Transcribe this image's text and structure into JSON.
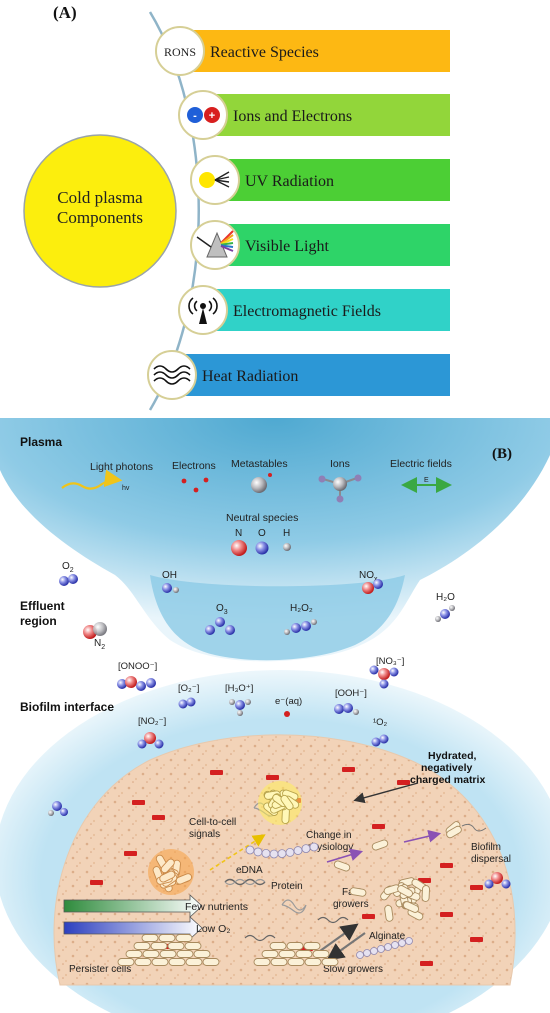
{
  "panel_a": {
    "label": "(A)",
    "hub_title": [
      "Cold plasma",
      "Components"
    ],
    "components": [
      {
        "badge": "RONS",
        "label": "Reactive Species",
        "color": "#fdb813",
        "icon": "rons-text"
      },
      {
        "label": "Ions and Electrons",
        "color": "#92d63a",
        "icon": "ions-electrons-icon",
        "minus": "-",
        "plus": "+"
      },
      {
        "label": "UV Radiation",
        "color": "#4ccf35",
        "icon": "uv-burst-icon"
      },
      {
        "label": "Visible Light",
        "color": "#2ed468",
        "icon": "prism-icon"
      },
      {
        "label": "Electromagnetic Fields",
        "color": "#30d2c8",
        "icon": "antenna-icon"
      },
      {
        "label": "Heat Radiation",
        "color": "#2c97d6",
        "icon": "heat-wave-icon"
      }
    ]
  },
  "panel_b": {
    "label": "(B)",
    "region_plasma": "Plasma",
    "region_effluent": [
      "Effluent",
      "region"
    ],
    "region_biofilm": "Biofilm interface",
    "plasma_items": {
      "light_photons": "Light photons",
      "hv": "hv",
      "electrons": "Electrons",
      "metastables": "Metastables",
      "ions": "Ions",
      "electric_fields": "Electric fields",
      "e_symbol": "E",
      "neutral_species": "Neutral species",
      "n": "N",
      "o": "O",
      "h": "H"
    },
    "species": {
      "oh": "OH",
      "nox_main": "NO",
      "nox_sub": "x",
      "o2_main": "O",
      "o2_sub": "2",
      "n2_main": "N",
      "n2_sub": "2",
      "o3_main": "O",
      "o3_sub": "3",
      "h2o2": "H₂O₂",
      "h2o": "H₂O",
      "onoo": "[ONOO⁻]",
      "o2minus": "[O₂⁻]",
      "h3o": "[H₃O⁺]",
      "eaq": "e⁻(aq)",
      "ooh": "[OOH⁻]",
      "no3": "[NO₃⁻]",
      "no2": "[NO₂⁻]",
      "singlet_o2": "¹O₂"
    },
    "biofilm": {
      "hydrated_line1": "Hydrated,",
      "hydrated_line2": "negatively",
      "hydrated_line3": "charged matrix",
      "cell_signals_1": "Cell-to-cell",
      "cell_signals_2": "signals",
      "physiology_1": "Change in",
      "physiology_2": "physiology",
      "dispersal_1": "Biofilm",
      "dispersal_2": "dispersal",
      "edna": "eDNA",
      "protein": "Protein",
      "fast_1": "Fast",
      "fast_2": "growers",
      "few_nutrients": "Few nutrients",
      "low_o2": "Low O₂",
      "alginate": "Alginate",
      "persister": "Persister cells",
      "slow": "Slow growers"
    }
  }
}
